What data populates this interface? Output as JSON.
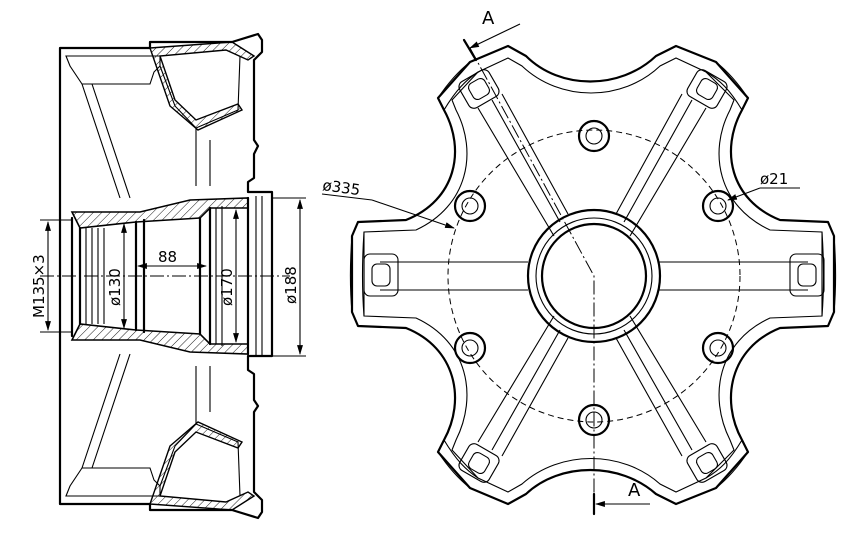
{
  "drawing": {
    "section_marker": "A",
    "dimensions": {
      "thread": "M135×3",
      "bore_130": "ø130",
      "depth_88": "88",
      "bore_170": "ø170",
      "bore_188": "ø188",
      "pcd_335": "ø335",
      "hole_21": "ø21"
    }
  }
}
